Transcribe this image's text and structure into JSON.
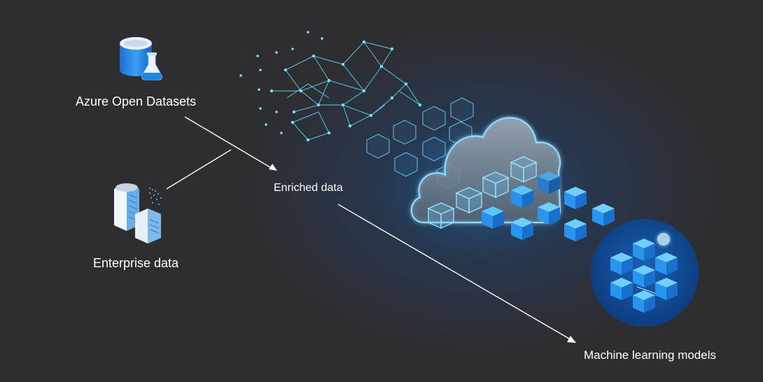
{
  "labels": {
    "azure_open_datasets": "Azure Open Datasets",
    "enterprise_data": "Enterprise data",
    "enriched_data": "Enriched data",
    "machine_learning_models": "Machine learning models"
  },
  "icons": {
    "azure_open_datasets": "database-flask-icon",
    "enterprise_data": "buildings-icon",
    "cloud": "cloud-icon",
    "ml_models": "cube-cluster-icon",
    "network": "network-mesh-icon"
  },
  "colors": {
    "background": "#2e2e31",
    "accent": "#1e90e8",
    "cyan": "#50e6ff",
    "text": "#ffffff"
  }
}
